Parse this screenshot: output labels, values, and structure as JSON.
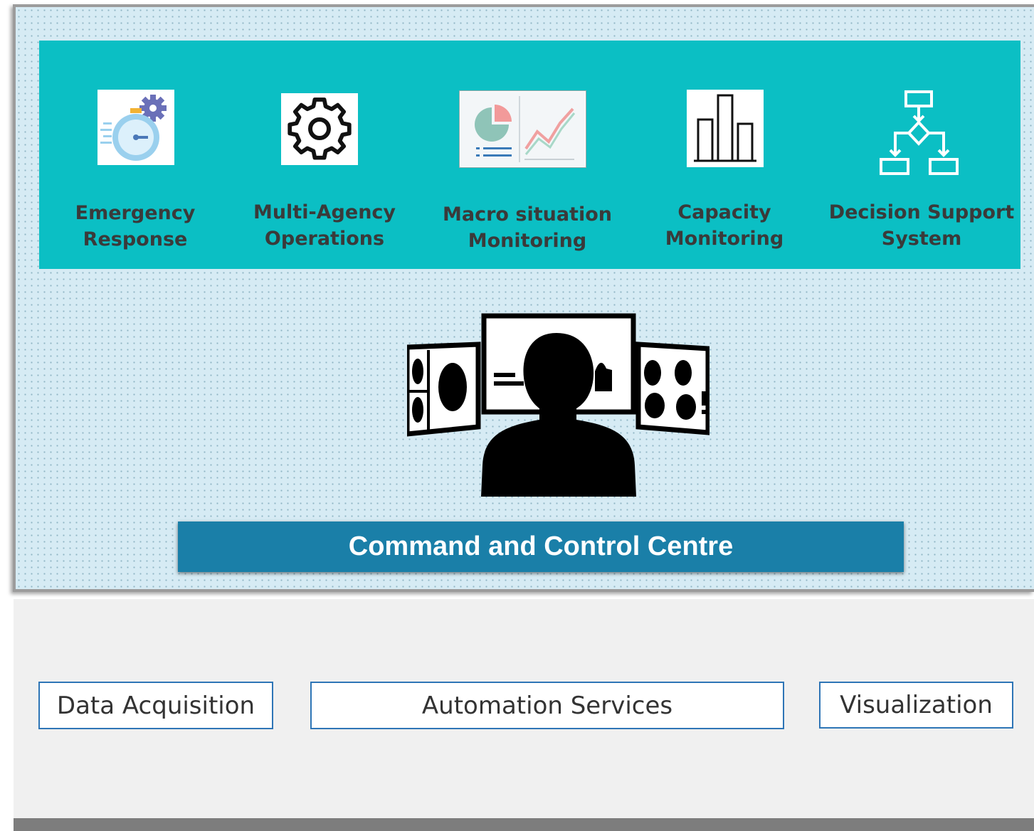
{
  "modules": [
    {
      "label": "Emergency\nResponse",
      "icon": "stopwatch-gear-icon"
    },
    {
      "label": "Multi-Agency\nOperations",
      "icon": "gear-icon"
    },
    {
      "label": "Macro situation\nMonitoring",
      "icon": "dashboard-chart-icon"
    },
    {
      "label": "Capacity\nMonitoring",
      "icon": "bar-chart-icon"
    },
    {
      "label": "Decision Support\nSystem",
      "icon": "flowchart-icon"
    }
  ],
  "centre": {
    "title": "Command and Control Centre"
  },
  "services": [
    "Data Acquisition",
    "Automation Services",
    "Visualization"
  ],
  "colors": {
    "teal": "#0bbfc4",
    "command_bar": "#1a7fa8",
    "service_border": "#2e75b6",
    "panel_background": "#d6ebf4"
  }
}
